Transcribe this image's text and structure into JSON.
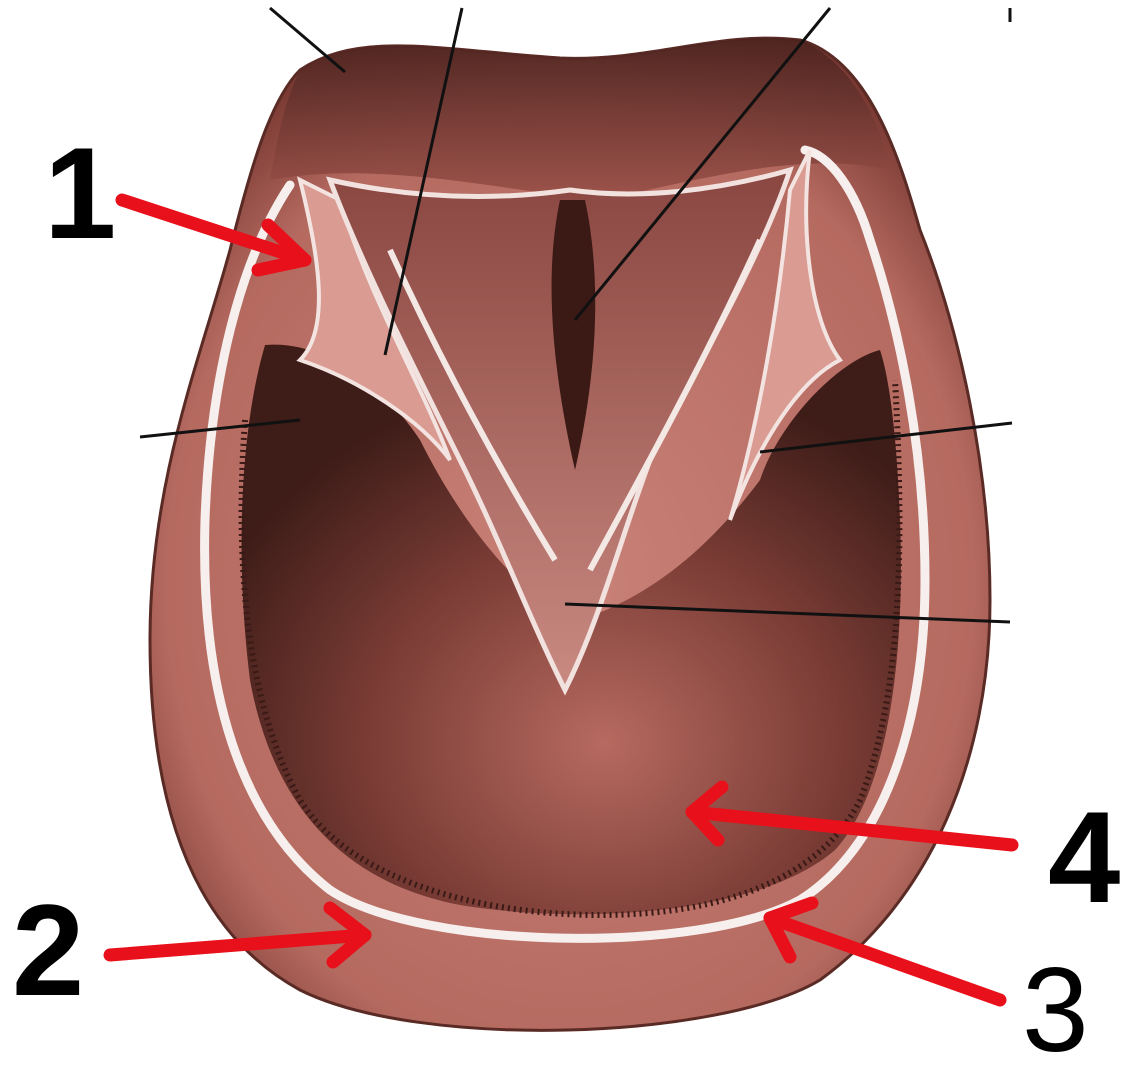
{
  "labels": {
    "n1": "1",
    "n2": "2",
    "n3": "3",
    "n4": "4"
  },
  "colors": {
    "arrow": "#e8101a",
    "leader_line": "#111111",
    "hoof_wall_outer": "#6a2f2a",
    "hoof_wall_mid": "#c87c72",
    "white_line": "#f4ecea",
    "sole": "#5a2a24",
    "sole_light": "#b0645c",
    "frog": "#c47e76"
  }
}
